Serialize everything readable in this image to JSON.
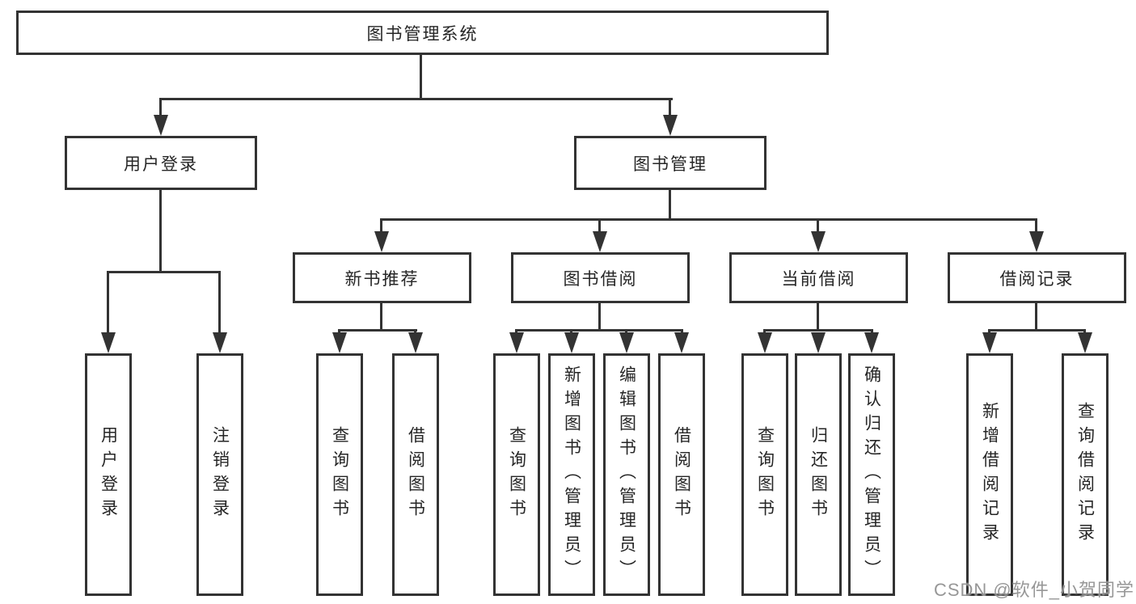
{
  "tree": {
    "root": "图书管理系统",
    "branches": [
      {
        "label": "用户登录",
        "children": [
          "用户登录",
          "注销登录"
        ]
      },
      {
        "label": "图书管理",
        "sections": [
          {
            "label": "新书推荐",
            "children": [
              "查询图书",
              "借阅图书"
            ]
          },
          {
            "label": "图书借阅",
            "children": [
              "查询图书",
              "新增图书（管理员）",
              "编辑图书（管理员）",
              "借阅图书"
            ]
          },
          {
            "label": "当前借阅",
            "children": [
              "查询图书",
              "归还图书",
              "确认归还（管理员）"
            ]
          },
          {
            "label": "借阅记录",
            "children": [
              "新增借阅记录",
              "查询借阅记录"
            ]
          }
        ]
      }
    ]
  },
  "watermark": "CSDN @软件_小贺同学",
  "colors": {
    "line": "#333333",
    "text": "#262626",
    "background": "#ffffff",
    "watermark": "#8c8c8c"
  }
}
